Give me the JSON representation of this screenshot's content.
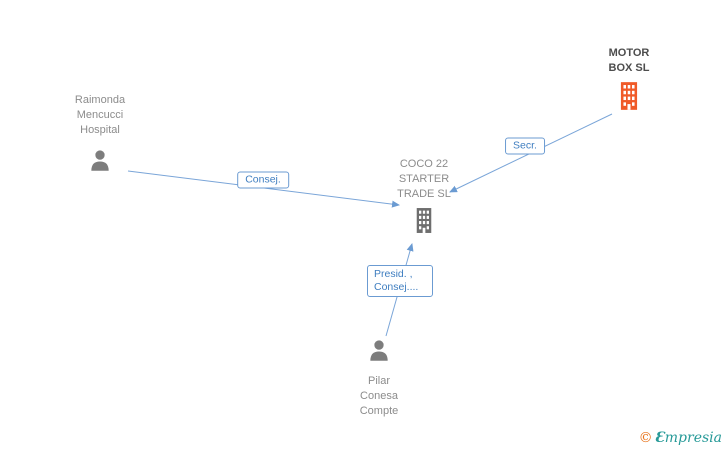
{
  "diagram": {
    "nodes": [
      {
        "id": "raimonda",
        "label": "Raimonda Mencucci Hospital",
        "type": "person"
      },
      {
        "id": "motor-box",
        "label": "MOTOR BOX SL",
        "type": "company",
        "highlighted": true
      },
      {
        "id": "coco",
        "label": "COCO 22 STARTER TRADE SL",
        "type": "company"
      },
      {
        "id": "pilar",
        "label": "Pilar Conesa Compte",
        "type": "person"
      }
    ],
    "edges": [
      {
        "from": "raimonda",
        "to": "coco",
        "label": "Consej."
      },
      {
        "from": "motor-box",
        "to": "coco",
        "label": "Secr."
      },
      {
        "from": "pilar",
        "to": "coco",
        "label": "Presid. , Consej...."
      }
    ]
  },
  "colors": {
    "arrow": "#7aa5d8",
    "arrowhead": "#6b9bd2",
    "edge_label_text": "#3f7ec0",
    "edge_label_border": "#6b9bd2",
    "person_icon": "#7d7d7d",
    "company_icon_default": "#6e6e6e",
    "company_icon_highlight": "#f05a28",
    "node_text": "#8c8c8c",
    "node_text_bold": "#4d4d4d"
  },
  "watermark": {
    "copyright_symbol": "©",
    "brand_initial": "Ɛ",
    "brand_rest": "mpresia"
  }
}
